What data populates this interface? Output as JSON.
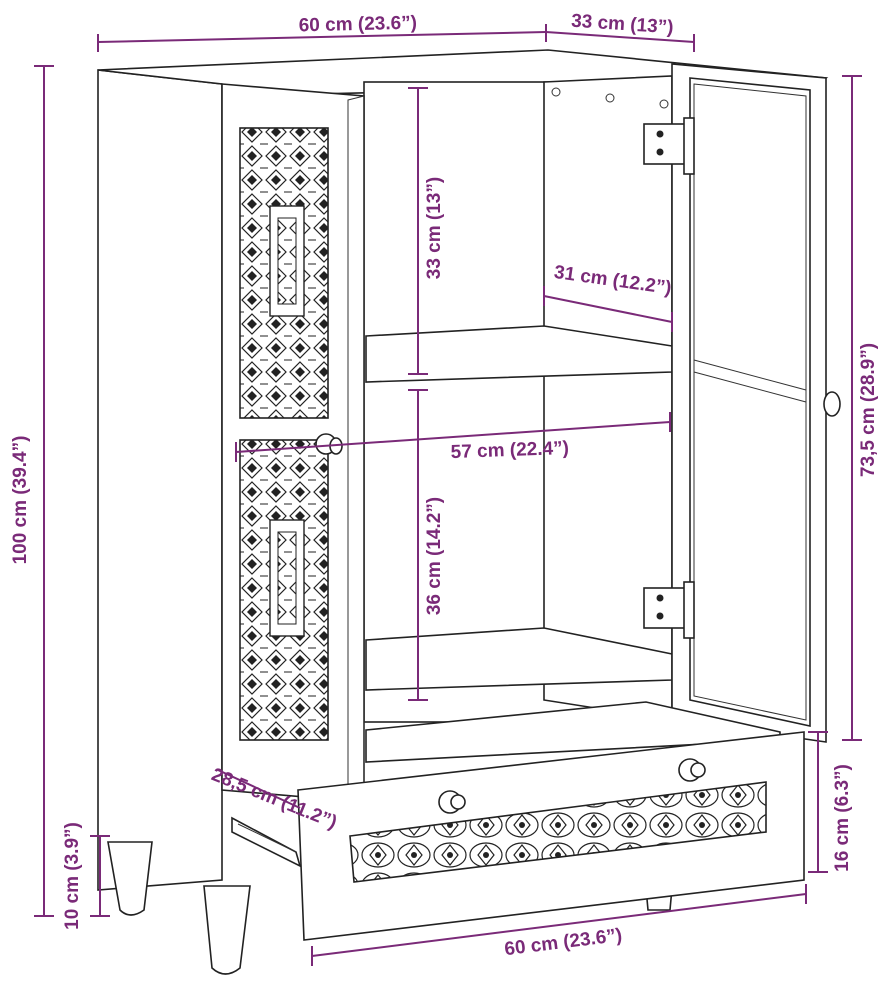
{
  "dimensions": {
    "top_width": "60 cm (23.6”)",
    "depth": "33 cm (13”)",
    "total_height": "100 cm (39.4”)",
    "upper_compartment_height": "33 cm (13”)",
    "shelf_depth": "31 cm (12.2”)",
    "inner_width": "57 cm (22.4”)",
    "lower_compartment_height": "36 cm (14.2”)",
    "door_section_height": "73,5 cm (28.9”)",
    "drawer_depth": "28,5 cm (11.2”)",
    "drawer_height": "16 cm (6.3”)",
    "leg_height": "10 cm (3.9”)",
    "bottom_width": "60 cm (23.6”)"
  },
  "colors": {
    "dimension": "#7a2a78",
    "outline": "#222222",
    "background": "#ffffff"
  }
}
